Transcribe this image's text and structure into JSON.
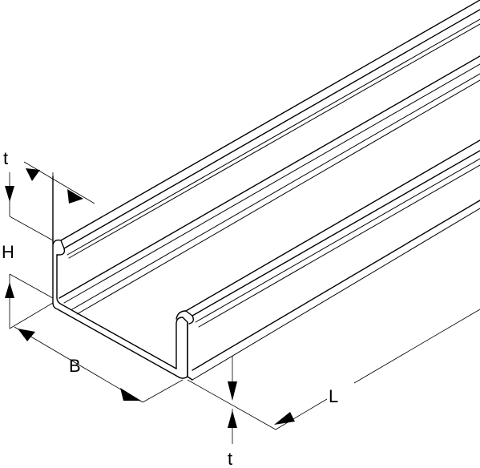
{
  "dimensions": {
    "thickness_top": "t",
    "height": "H",
    "width": "B",
    "length": "L",
    "thickness_bottom": "t"
  }
}
